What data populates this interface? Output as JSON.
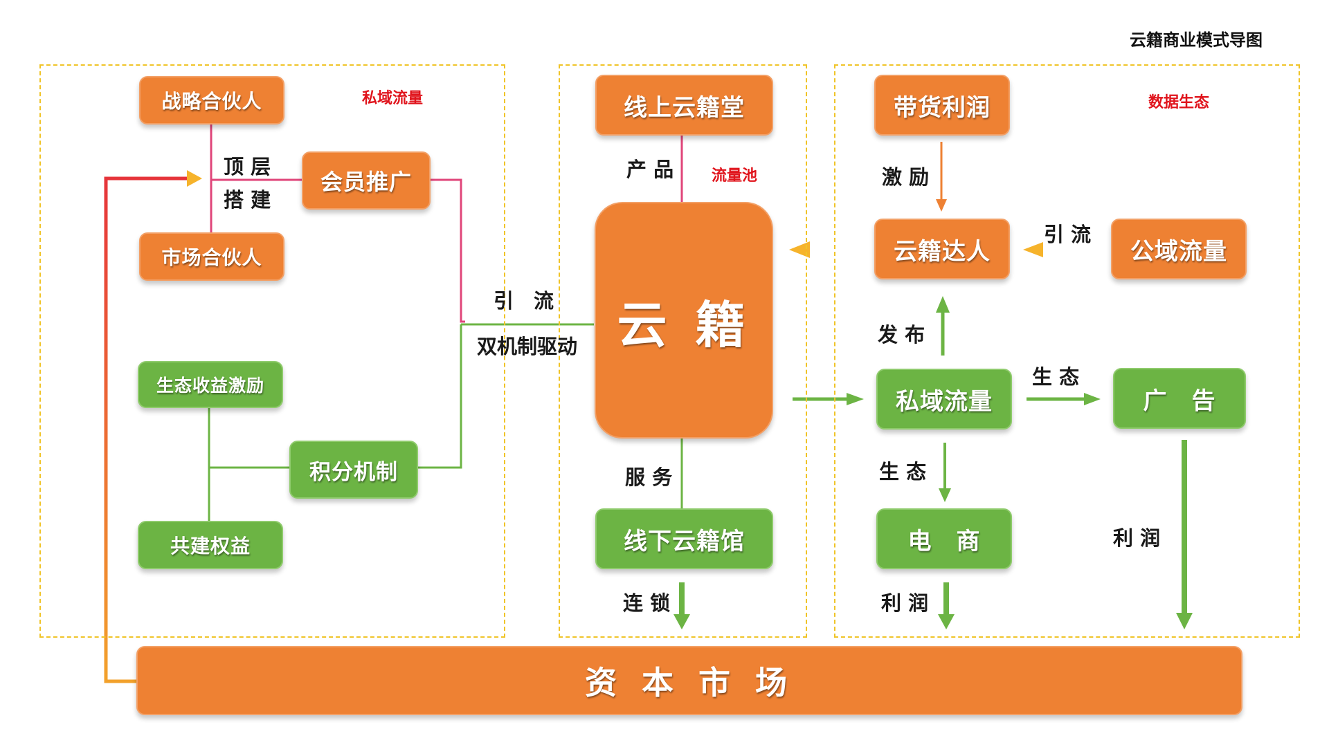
{
  "title": "云籍商业模式导图",
  "section_labels": {
    "private_domain": "私域流量",
    "traffic_pool": "流量池",
    "data_ecosystem": "数据生态"
  },
  "left": {
    "strategic_partner": "战略合伙人",
    "market_partner": "市场合伙人",
    "member_promotion": "会员推广",
    "top_label_1": "顶 层",
    "top_label_2": "搭 建",
    "eco_income": "生态收益激励",
    "points_mechanism": "积分机制",
    "co_build_rights": "共建权益"
  },
  "bridge": {
    "divert": "引　流",
    "dual_mechanism": "双机制驱动"
  },
  "center": {
    "online_hall": "线上云籍堂",
    "product_label": "产 品",
    "yunji": "云 籍",
    "service_label": "服 务",
    "offline_hall": "线下云籍馆",
    "chain_label": "连 锁"
  },
  "right": {
    "sales_profit": "带货利润",
    "incentive_label": "激 励",
    "yunji_expert": "云籍达人",
    "divert_label": "引 流",
    "public_traffic": "公域流量",
    "publish_label": "发 布",
    "private_traffic": "私域流量",
    "eco_label_1": "生 态",
    "advertising": "广　告",
    "eco_label_2": "生 态",
    "ecommerce": "电　商",
    "profit_label_1": "利 润",
    "profit_label_2": "利 润"
  },
  "bottom": {
    "capital_market": "资 本 市 场"
  },
  "colors": {
    "orange": "#ee8133",
    "green": "#6cb444",
    "dashed_border": "#f0c428",
    "red_label": "#e0141c",
    "pink_line": "#e0457a"
  }
}
